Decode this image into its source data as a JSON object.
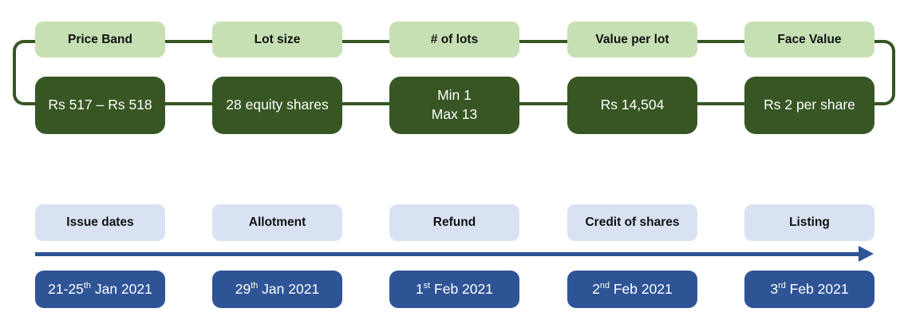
{
  "colors": {
    "light_green": "#c6e0b4",
    "dark_green": "#375623",
    "light_blue": "#d9e2f2",
    "dark_blue": "#2f5496"
  },
  "ipo_facts": {
    "columns": [
      {
        "label": "Price Band",
        "value": "Rs 517 – Rs 518"
      },
      {
        "label": "Lot size",
        "value": "28 equity shares"
      },
      {
        "label": "# of lots",
        "value_line1": "Min 1",
        "value_line2": "Max 13"
      },
      {
        "label": "Value per lot",
        "value": "Rs 14,504"
      },
      {
        "label": "Face Value",
        "value": "Rs 2 per share"
      }
    ]
  },
  "timeline": {
    "columns": [
      {
        "label": "Issue dates",
        "date_prefix": "21-25",
        "date_sup": "th",
        "date_suffix": " Jan 2021"
      },
      {
        "label": "Allotment",
        "date_prefix": "29",
        "date_sup": "th",
        "date_suffix": " Jan 2021"
      },
      {
        "label": "Refund",
        "date_prefix": "1",
        "date_sup": "st",
        "date_suffix": " Feb 2021"
      },
      {
        "label": "Credit of shares",
        "date_prefix": "2",
        "date_sup": "nd",
        "date_suffix": " Feb 2021"
      },
      {
        "label": "Listing",
        "date_prefix": "3",
        "date_sup": "rd",
        "date_suffix": " Feb 2021"
      }
    ]
  }
}
